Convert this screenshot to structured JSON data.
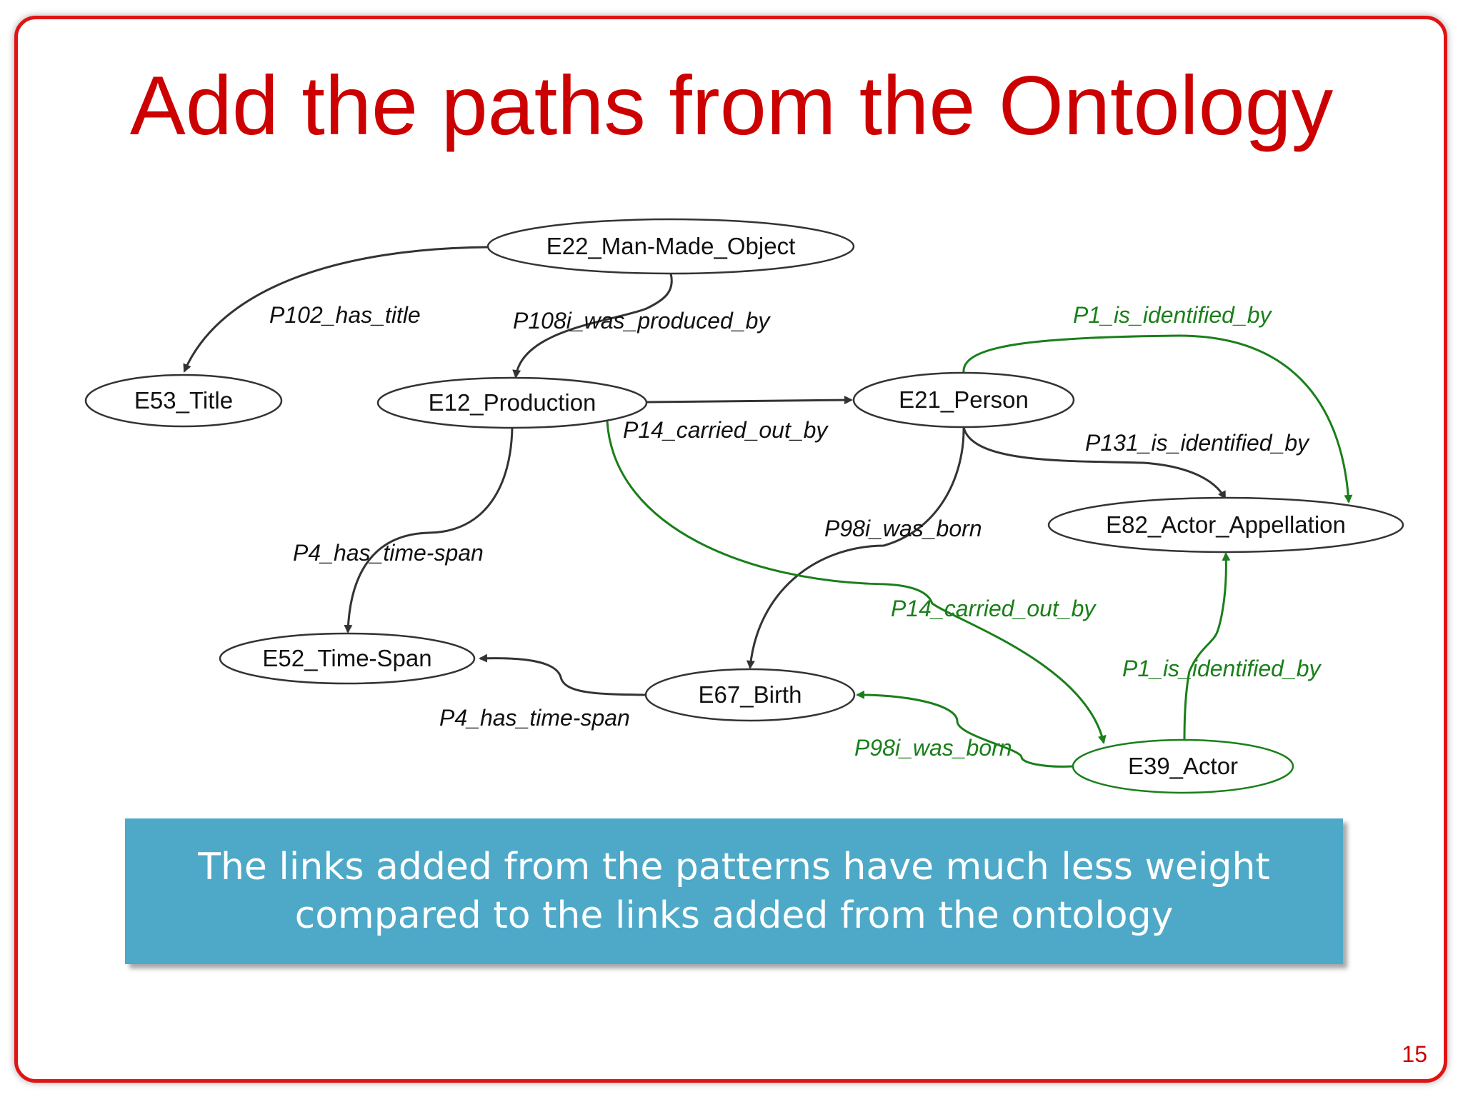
{
  "slide": {
    "title": "Add the paths from the Ontology",
    "callout": "The links added from the patterns have much less weight compared to the links added from the ontology",
    "page_number": "15"
  },
  "colors": {
    "title": "#cc0000",
    "frame": "#e01414",
    "ontology_edge": "#333333",
    "pattern_edge": "#1a7f1a",
    "callout_bg": "#4ea9c8"
  },
  "diagram": {
    "nodes": [
      {
        "id": "e22",
        "label": "E22_Man-Made_Object",
        "style": "ontology"
      },
      {
        "id": "e53",
        "label": "E53_Title",
        "style": "ontology"
      },
      {
        "id": "e12",
        "label": "E12_Production",
        "style": "ontology"
      },
      {
        "id": "e21",
        "label": "E21_Person",
        "style": "ontology"
      },
      {
        "id": "e82",
        "label": "E82_Actor_Appellation",
        "style": "ontology"
      },
      {
        "id": "e52",
        "label": "E52_Time-Span",
        "style": "ontology"
      },
      {
        "id": "e67",
        "label": "E67_Birth",
        "style": "ontology"
      },
      {
        "id": "e39",
        "label": "E39_Actor",
        "style": "pattern"
      }
    ],
    "edges": [
      {
        "id": "p102",
        "from": "e22",
        "to": "e53",
        "label": "P102_has_title",
        "style": "ontology"
      },
      {
        "id": "p108i",
        "from": "e22",
        "to": "e12",
        "label": "P108i_was_produced_by",
        "style": "ontology"
      },
      {
        "id": "p14a",
        "from": "e12",
        "to": "e21",
        "label": "P14_carried_out_by",
        "style": "ontology"
      },
      {
        "id": "p4a",
        "from": "e12",
        "to": "e52",
        "label": "P4_has_time-span",
        "style": "ontology"
      },
      {
        "id": "p131",
        "from": "e21",
        "to": "e82",
        "label": "P131_is_identified_by",
        "style": "ontology"
      },
      {
        "id": "p98ia",
        "from": "e21",
        "to": "e67",
        "label": "P98i_was_born",
        "style": "ontology"
      },
      {
        "id": "p4b",
        "from": "e67",
        "to": "e52",
        "label": "P4_has_time-span",
        "style": "ontology"
      },
      {
        "id": "p1a",
        "from": "e21",
        "to": "e82",
        "label": "P1_is_identified_by",
        "style": "pattern"
      },
      {
        "id": "p14b",
        "from": "e12",
        "to": "e39",
        "label": "P14_carried_out_by",
        "style": "pattern"
      },
      {
        "id": "p1b",
        "from": "e39",
        "to": "e82",
        "label": "P1_is_identified_by",
        "style": "pattern"
      },
      {
        "id": "p98ib",
        "from": "e39",
        "to": "e67",
        "label": "P98i_was_born",
        "style": "pattern"
      }
    ]
  }
}
